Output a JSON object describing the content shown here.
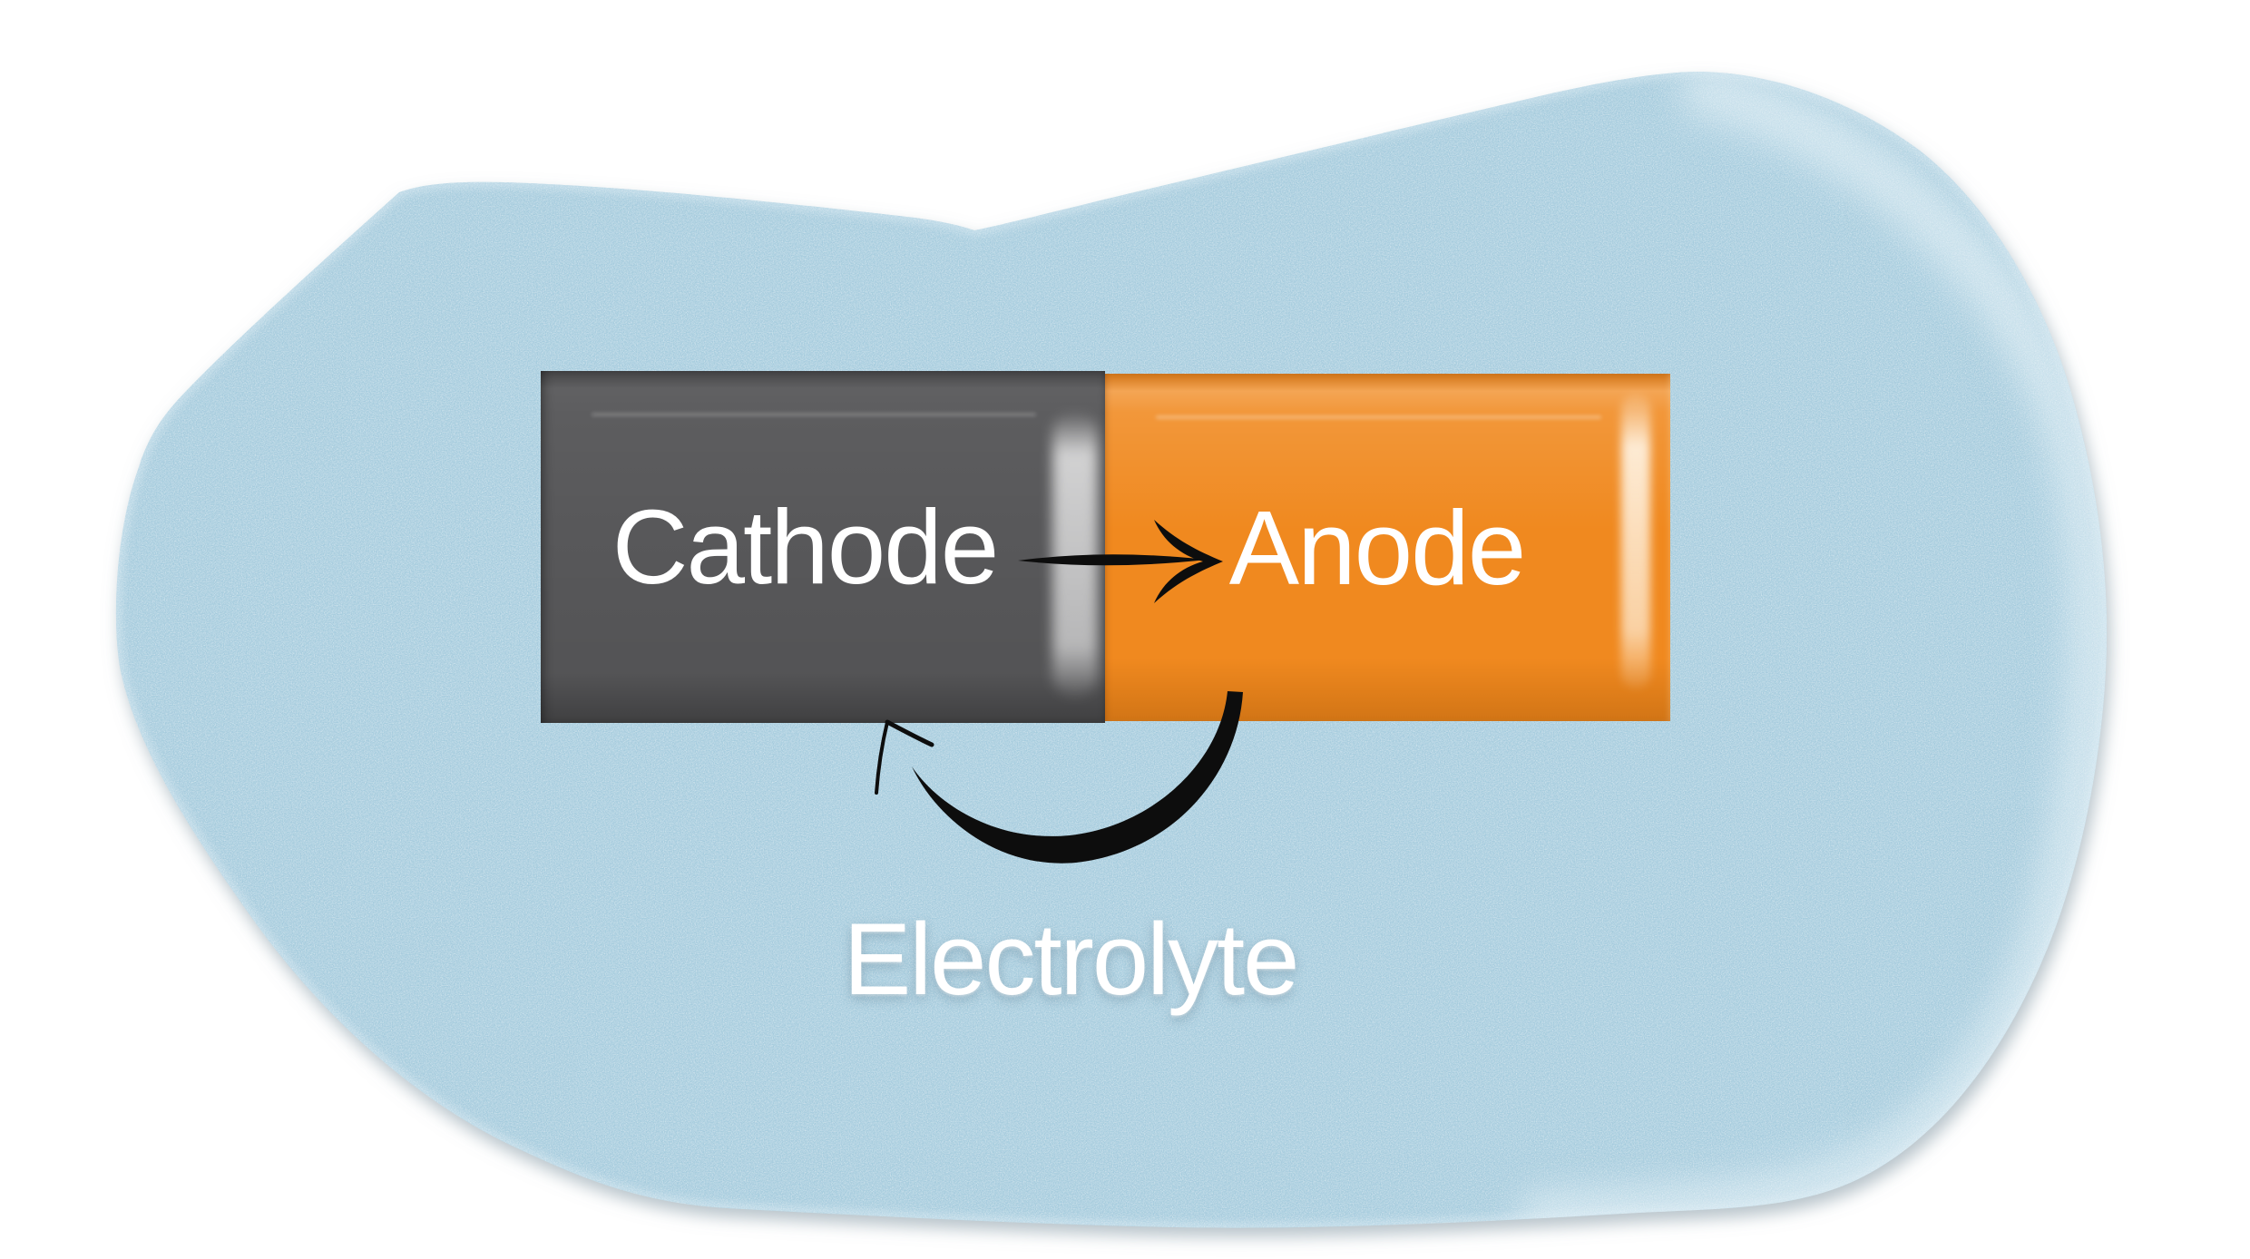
{
  "diagram": {
    "type": "battery-cell-schematic",
    "nodes": [
      {
        "id": "cathode",
        "label": "Cathode",
        "shape": "rectangle",
        "fill": "#58585a"
      },
      {
        "id": "anode",
        "label": "Anode",
        "shape": "rectangle",
        "fill": "#f0891f"
      },
      {
        "id": "electrolyte",
        "label": "Electrolyte",
        "shape": "organic-blob",
        "fill": "#a5cbdd"
      }
    ],
    "arrows": [
      {
        "id": "cathode-to-anode",
        "from": "Cathode",
        "to": "Anode",
        "style": "straight-tapered",
        "color": "#0d0d0d"
      },
      {
        "id": "anode-to-cathode-return",
        "from": "Anode",
        "to": "Cathode",
        "style": "curved-swoosh",
        "color": "#0d0d0d"
      }
    ]
  },
  "labels": {
    "cathode": "Cathode",
    "anode": "Anode",
    "electrolyte": "Electrolyte"
  },
  "colors": {
    "electrolyte_fill": "#a5cbdd",
    "cathode_fill": "#58585a",
    "anode_fill": "#f0891f",
    "arrow": "#0d0d0d",
    "label_text": "#ffffff",
    "background": "#ffffff"
  }
}
